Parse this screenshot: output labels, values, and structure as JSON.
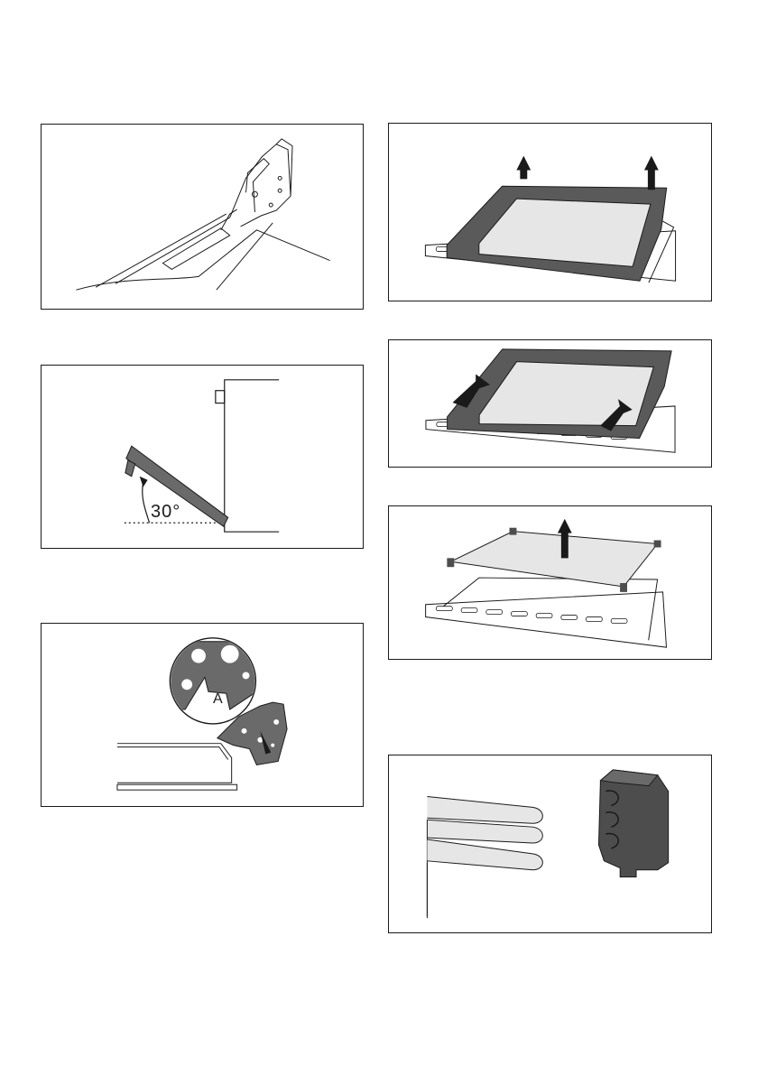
{
  "figures": {
    "angle_label": "30°",
    "callout_label": "A"
  },
  "colors": {
    "line": "#1a1a1a",
    "frame_dark": "#5a5a5a",
    "glass": "#e6e6e6",
    "seal": "#4d4d4d"
  },
  "icons": [
    "arrow-up-icon",
    "arrow-diagonal-icon",
    "hinge-illustration",
    "seal-clip-illustration"
  ]
}
